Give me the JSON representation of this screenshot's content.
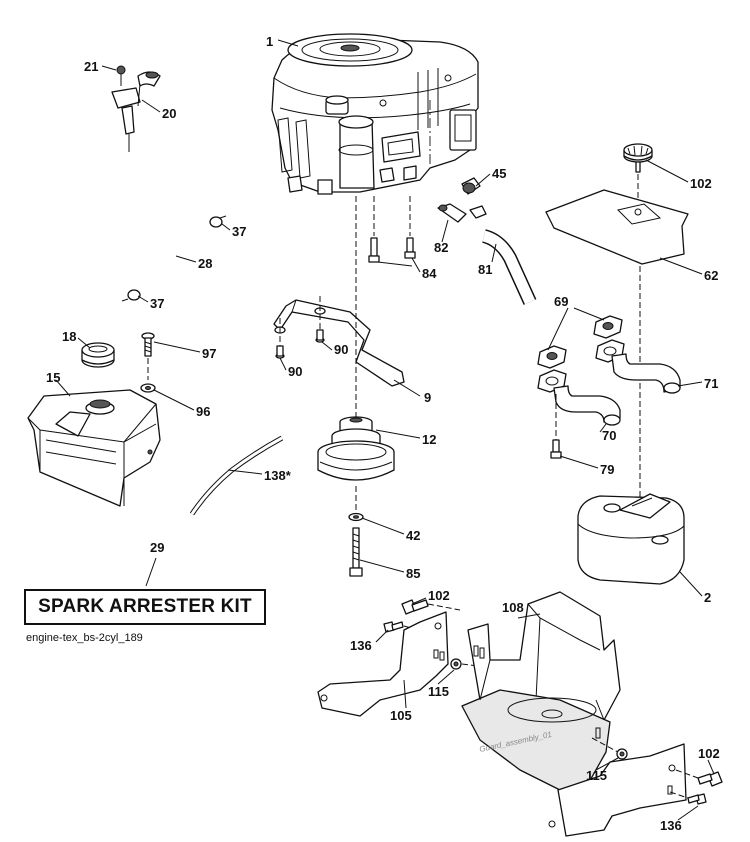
{
  "diagram_title": "SPARK ARRESTER KIT",
  "caption": "engine-tex_bs-2cyl_189",
  "watermark": "Guard_assembly_01",
  "callouts": {
    "engine": "1",
    "muffler": "2",
    "hose_clamp": "37",
    "fuel_line": "28",
    "throttle_cable": "20",
    "cable_screw": "21",
    "fuel_cap": "18",
    "fuel_tank": "15",
    "screw_97": "97",
    "washer_96": "96",
    "fuel_line_138": "138*",
    "kit_number": "29",
    "bracket": "9",
    "bolt_90_a": "90",
    "bolt_90_b": "90",
    "pulley": "12",
    "washer_42": "42",
    "bolt_85": "85",
    "filter_45": "45",
    "fitting_82": "82",
    "hose_81": "81",
    "bolts_84": "84",
    "knob_102_top": "102",
    "heat_shield": "62",
    "gaskets_69": "69",
    "exhaust_pipe_71": "71",
    "exhaust_pipe_70": "70",
    "screw_79": "79",
    "bolt_102_mid": "102",
    "screw_136_left": "136",
    "side_plate_105": "105",
    "guard_108": "108",
    "washer_115_left": "115",
    "washer_115_right": "115",
    "bolt_102_right": "102",
    "screw_136_right": "136"
  }
}
